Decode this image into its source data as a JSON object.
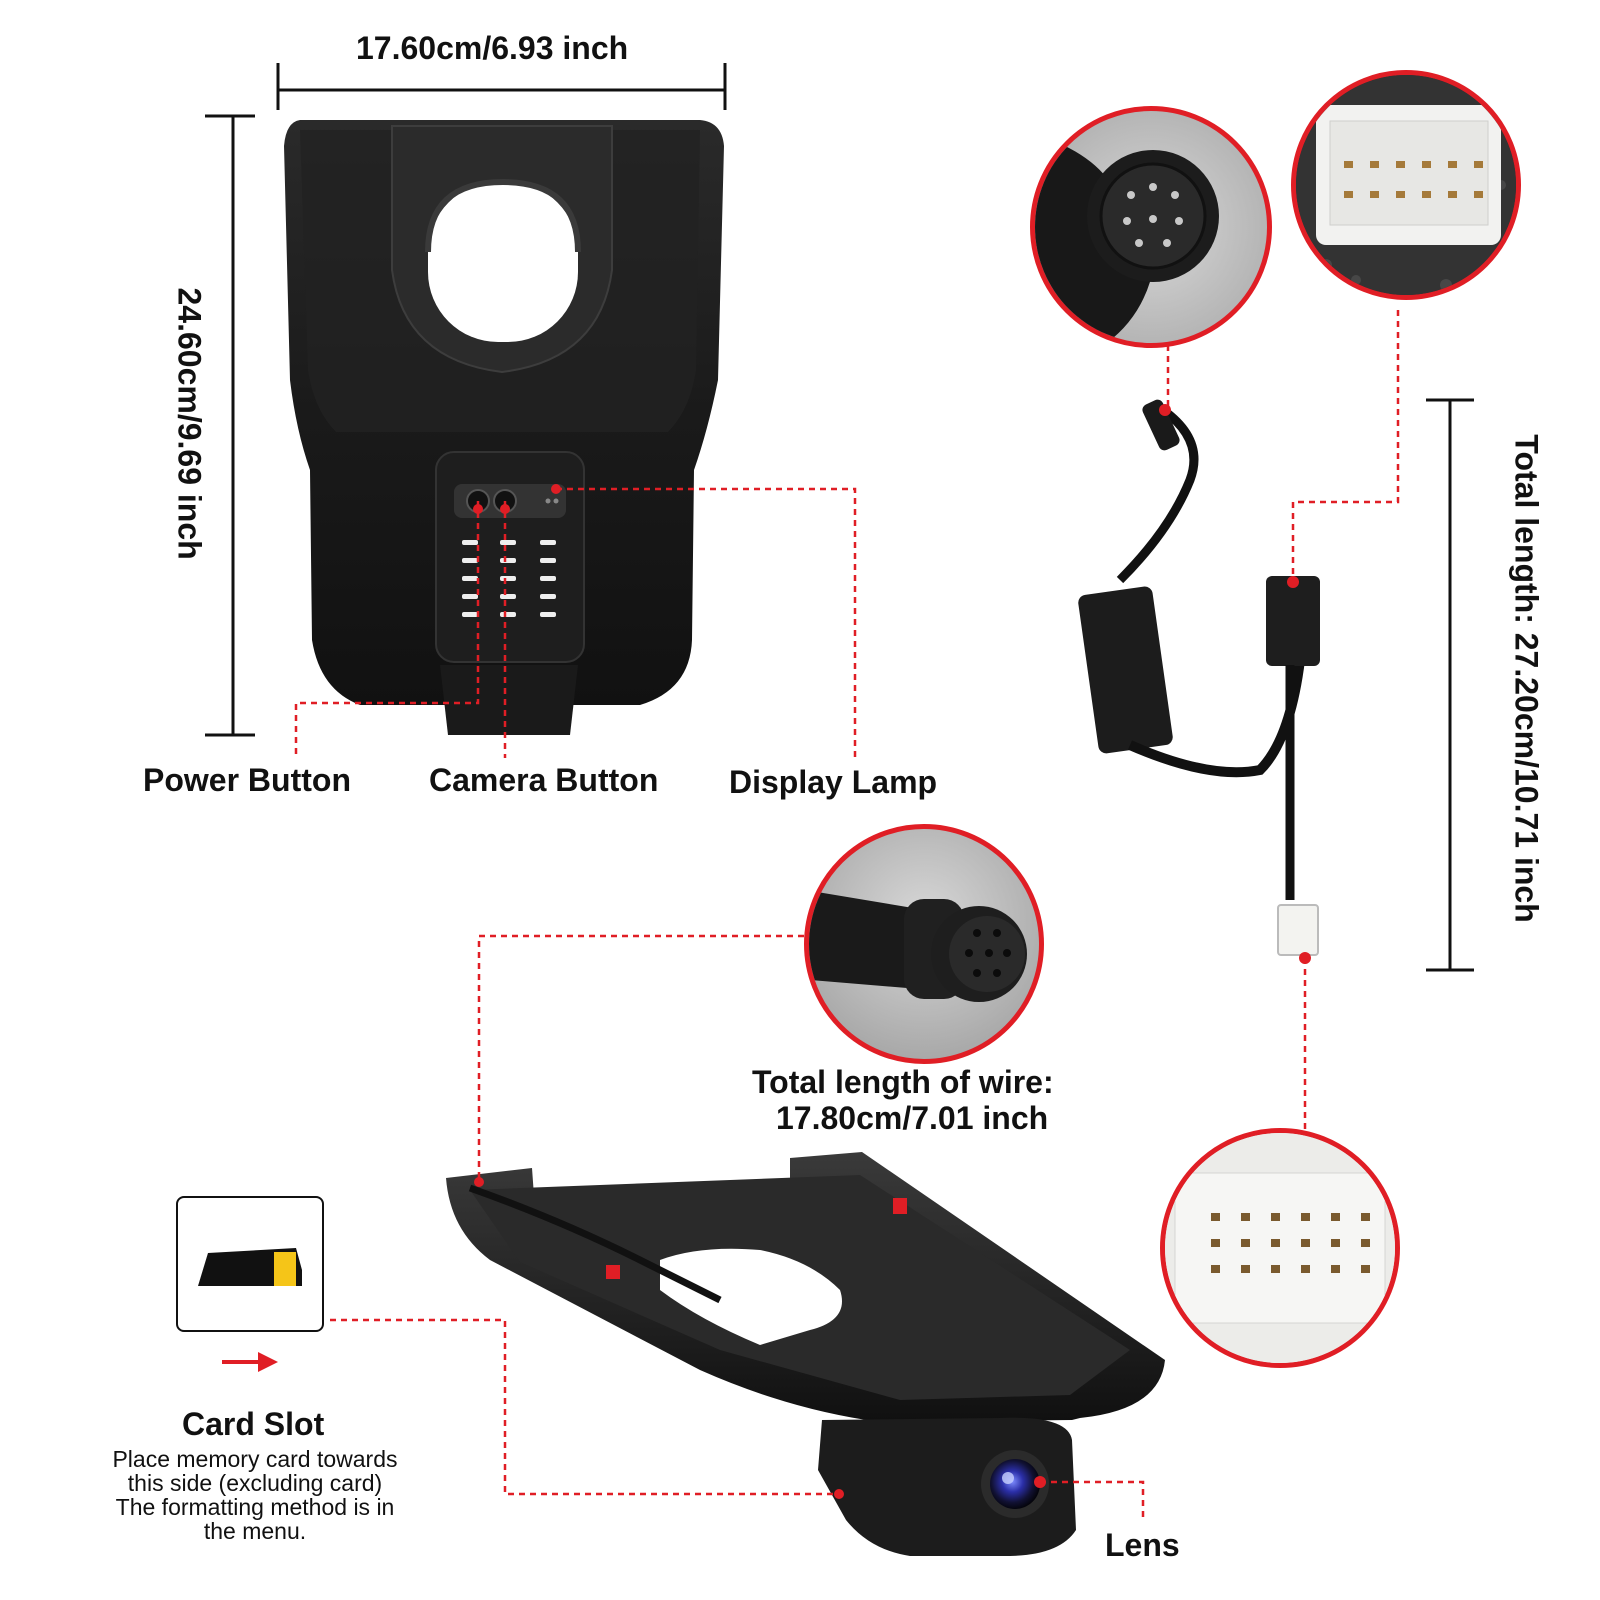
{
  "dimensions": {
    "width_text": "17.60cm/6.93 inch",
    "height_text": "24.60cm/9.69 inch",
    "cable_length_text": "Total length: 27.20cm/10.71 inch"
  },
  "callouts": {
    "power_button": "Power Button",
    "camera_button": "Camera Button",
    "display_lamp": "Display Lamp",
    "lens": "Lens"
  },
  "wire": {
    "line1": "Total length of wire:",
    "line2": "17.80cm/7.01 inch"
  },
  "card_slot": {
    "title": "Card Slot",
    "line1": "Place memory card towards",
    "line2": "this side (excluding card)",
    "line3": "The formatting method is in",
    "line4": "the menu."
  },
  "colors": {
    "accent_red": "#e01e25",
    "device_black": "#1b1b1b",
    "card_yellow": "#f5c518"
  }
}
